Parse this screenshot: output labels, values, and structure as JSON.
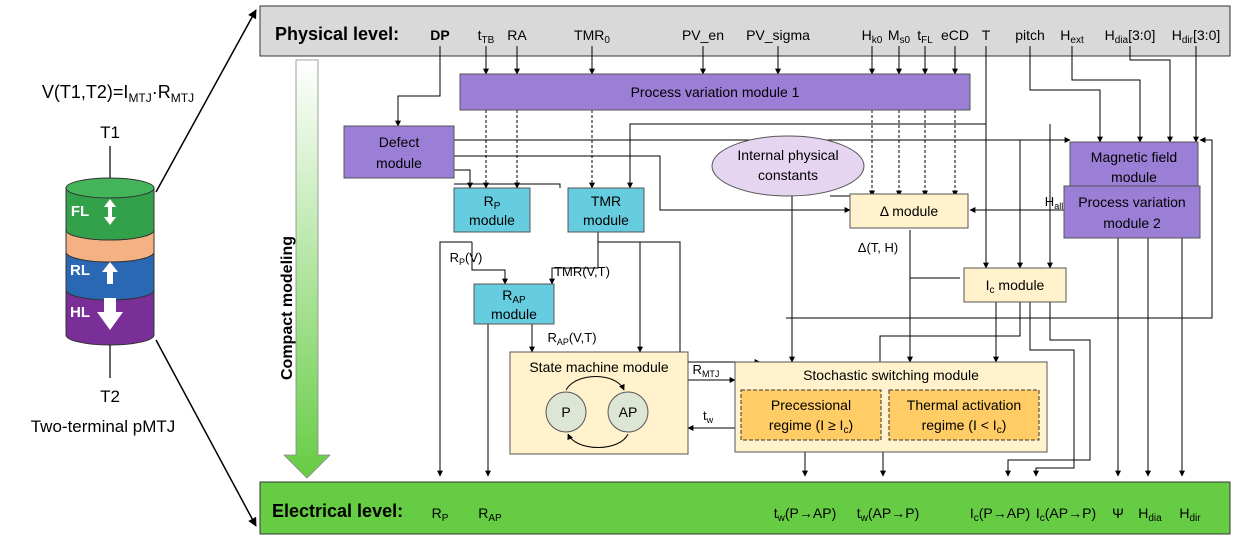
{
  "left": {
    "equation": "V(T1,T2)=I",
    "equation_sub1": "MTJ",
    "equation_mid": "·R",
    "equation_sub2": "MTJ",
    "terminal_top": "T1",
    "terminal_bottom": "T2",
    "layer_fl": "FL",
    "layer_rl": "RL",
    "layer_hl": "HL",
    "caption": "Two-terminal pMTJ"
  },
  "side_label": "Compact modeling",
  "physical": {
    "title": "Physical level:",
    "params": {
      "dp": "DP",
      "ttb": "t",
      "ttb_sub": "TB",
      "ra": "RA",
      "tmr0": "TMR",
      "tmr0_sub": "0",
      "pv_en": "PV_en",
      "pv_sigma": "PV_sigma",
      "hk0": "H",
      "hk0_sub": "k0",
      "ms0": "M",
      "ms0_sub": "s0",
      "tfl": "t",
      "tfl_sub": "FL",
      "ecd": "eCD",
      "t": "T",
      "pitch": "pitch",
      "hext": "H",
      "hext_sub": "ext",
      "hdia": "H",
      "hdia_sub": "dia",
      "hdia_tail": "[3:0]",
      "hdir": "H",
      "hdir_sub": "dir",
      "hdir_tail": "[3:0]"
    }
  },
  "modules": {
    "pv1": "Process variation module 1",
    "defect_l1": "Defect",
    "defect_l2": "module",
    "rp_l1": "R",
    "rp_sub": "P",
    "rp_l2": "module",
    "tmr_l1": "TMR",
    "tmr_l2": "module",
    "consts_l1": "Internal physical",
    "consts_l2": "constants",
    "delta": "Δ module",
    "mag_l1": "Magnetic field",
    "mag_l2": "module",
    "pv2_l1": "Process variation",
    "pv2_l2": "module 2",
    "rap_l1": "R",
    "rap_sub": "AP",
    "rap_l2": "module",
    "ic": "I",
    "ic_sub": "c",
    "ic_tail": " module",
    "state_title": "State machine module",
    "state_p": "P",
    "state_ap": "AP",
    "stoch_title": "Stochastic switching module",
    "prec_l1": "Precessional",
    "prec_l2": "regime (I ≥ I",
    "prec_sub": "c",
    "prec_tail": ")",
    "therm_l1": "Thermal activation",
    "therm_l2": "regime (I < I",
    "therm_sub": "c",
    "therm_tail": ")"
  },
  "signals": {
    "rp_v": "R",
    "rp_v_sub": "P",
    "rp_v_tail": "(V)",
    "tmr_vt": "TMR(V,T)",
    "rap_vt": "R",
    "rap_vt_sub": "AP",
    "rap_vt_tail": "(V,T)",
    "delta_th": "Δ(T, H)",
    "hall": "H",
    "hall_sub": "all",
    "rmtj": "R",
    "rmtj_sub": "MTJ",
    "tw": "t",
    "tw_sub": "w"
  },
  "electrical": {
    "title": "Electrical level:",
    "outputs": {
      "rp": "R",
      "rp_sub": "P",
      "rap": "R",
      "rap_sub": "AP",
      "tw_pap": "t",
      "tw_pap_sub": "w",
      "tw_pap_tail": "(P→AP)",
      "tw_app": "t",
      "tw_app_sub": "w",
      "tw_app_tail": "(AP→P)",
      "ic_pap": "I",
      "ic_pap_sub": "c",
      "ic_pap_tail": "(P→AP)",
      "ic_app": "I",
      "ic_app_sub": "c",
      "ic_app_tail": "(AP→P)",
      "psi": "Ψ",
      "hdia": "H",
      "hdia_sub": "dia",
      "hdir": "H",
      "hdir_sub": "dir"
    }
  },
  "colors": {
    "physical_bar": "#d9d9d9",
    "electrical_bar": "#66cc44",
    "purple": "#9b7fd6",
    "cyan": "#66cce0",
    "cream": "#fff2cc",
    "orange": "#ffcc66",
    "lavender": "#e6d5f0",
    "state_circle": "#dde5d5"
  }
}
